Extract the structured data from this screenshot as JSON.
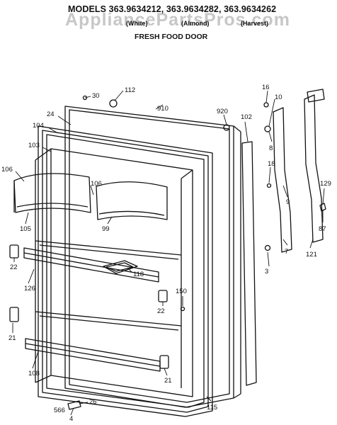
{
  "header": {
    "title": "MODELS 363.9634212, 363.9634282, 363.9634262",
    "variants": [
      "(White)",
      "(Almond)",
      "(Harvest)"
    ],
    "subtitle": "FRESH FOOD DOOR"
  },
  "watermark": "AppliancePartsPros.com",
  "callouts": {
    "c30": "30",
    "c112": "112",
    "c910": "910",
    "c920": "920",
    "c16": "16",
    "c10": "10",
    "c24": "24",
    "c104": "104",
    "c103": "103",
    "c106a": "106",
    "c106b": "106",
    "c102": "102",
    "c8": "8",
    "c18": "18",
    "c9": "9",
    "c129": "129",
    "c87": "87",
    "c7": "7",
    "c121": "121",
    "c105": "105",
    "c99": "99",
    "c118": "118",
    "c3": "3",
    "c22a": "22",
    "c126": "126",
    "c150": "150",
    "c22b": "22",
    "c21a": "21",
    "c108": "108",
    "c21b": "21",
    "c115": "115",
    "c26": "26",
    "c566": "566",
    "c4": "4"
  }
}
